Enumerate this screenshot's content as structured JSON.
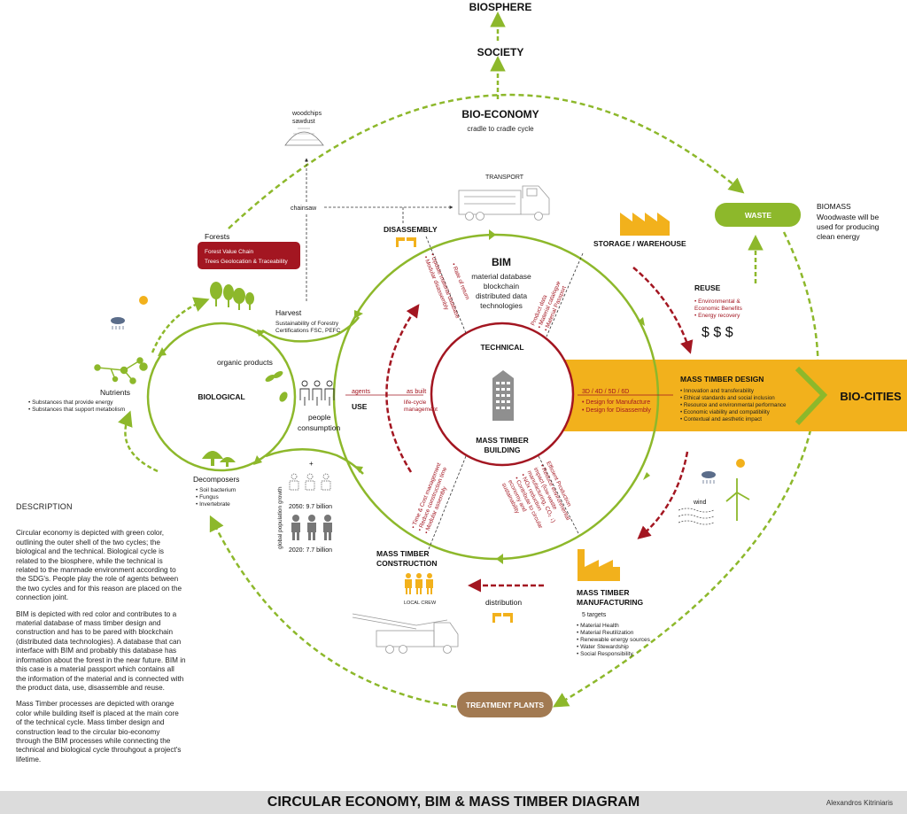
{
  "colors": {
    "green": "#8db82b",
    "red": "#a31621",
    "orange": "#f2b11c",
    "brown": "#a27a52",
    "gray": "#9a9a9a"
  },
  "top": {
    "biosphere": "BIOSPHERE",
    "society": "SOCIETY",
    "bioeconomy": "BIO-ECONOMY",
    "cradle": "cradle to cradle cycle"
  },
  "woodchips": [
    "woodchips",
    "sawdust"
  ],
  "chainsaw": "chainsaw",
  "transport": "TRANSPORT",
  "waste": {
    "button": "WASTE",
    "title": "BIOMASS",
    "desc": [
      "Woodwaste will be",
      "used for producing",
      "clean energy"
    ]
  },
  "forests": {
    "label": "Forests",
    "box": [
      "Forest Value Chain",
      "Trees Geolocation & Traceability"
    ]
  },
  "harvest": {
    "label": "Harvest",
    "desc": [
      "Sustainability of Forestry",
      "Certifications FSC, PEFC"
    ]
  },
  "disassembly": "DISASSEMBLY",
  "bim": {
    "title": "BIM",
    "lines": [
      "material database",
      "blockchain",
      "distributed data",
      "technologies"
    ]
  },
  "storage": "STORAGE / WAREHOUSE",
  "reuse": {
    "title": "REUSE",
    "items": [
      "• Environmental &",
      "   Economic Benefits",
      "• Energy recovery"
    ],
    "money": "$ $ $"
  },
  "biological": {
    "title": "BIOLOGICAL",
    "organic": "organic products"
  },
  "nutrients": {
    "title": "Nutrients",
    "items": [
      "• Substances that provide energy",
      "• Substances that support metabolism"
    ]
  },
  "decomposers": {
    "title": "Decomposers",
    "items": [
      "• Soil bacterium",
      "• Fungus",
      "• Invertebrate"
    ]
  },
  "people": {
    "agents": "agents",
    "use": "USE",
    "consumption": [
      "people",
      "consumption"
    ]
  },
  "technical": {
    "title": "TECHNICAL",
    "building": [
      "MASS TIMBER",
      "BUILDING"
    ],
    "asbuilt": "as built",
    "lifecycle": [
      "life-cycle",
      "management"
    ]
  },
  "design": {
    "label": "3D / 4D / 5D / 6D",
    "items": [
      "• Design for Manufacture",
      "• Design for Disassembly"
    ]
  },
  "mtdesign": {
    "title": "MASS TIMBER DESIGN",
    "items": [
      "• Innovation and transferability",
      "• Ethical standards and social inclusion",
      "• Resource and environmental performance",
      "• Economic viability and compatibility",
      "• Contextual and aesthetic impact"
    ]
  },
  "biocities": "BIO-CITIES",
  "spokes": {
    "top_left_a": [
      "• Update material database",
      "• Modular disassembly"
    ],
    "top_left_b": [
      "• Rate of return"
    ],
    "top_right": [
      "Product data",
      "• Material catalogue",
      "• Material Passport"
    ],
    "bottom_left": [
      "• Time & Cost management",
      "• Reduce construction time",
      "• Modular assembly"
    ],
    "bottom_right": [
      "Efficient Production",
      "• Reduce environmental",
      "  impact (low-waste",
      "  manufacturing, CO₂ ↓)",
      "• NOx reduction",
      "• Contribute to circular",
      "  economy and",
      "  sustainability"
    ]
  },
  "population": {
    "plus": "+",
    "future": "2050: 9.7 billion",
    "now": "2020: 7.7 billion",
    "axis": "global population growth"
  },
  "construction": {
    "title": [
      "MASS TIMBER",
      "CONSTRUCTION"
    ],
    "crew": "LOCAL CREW"
  },
  "distribution": "distribution",
  "manufacturing": {
    "title": [
      "MASS TIMBER",
      "MANUFACTURING"
    ],
    "subtitle": "5 targets",
    "items": [
      "• Material Health",
      "• Material Reutilization",
      "• Renewable energy sources",
      "• Water Stewardship",
      "• Social Responsibility"
    ]
  },
  "wind": "wind",
  "treatment": "TREATMENT PLANTS",
  "description": {
    "title": "DESCRIPTION",
    "paragraphs": [
      "Circular economy is depicted with green color, outlining the outer shell of the two cycles; the biological and the technical. Biological cycle is related to the biosphere, while the technical is related to the manmade environment according to the SDG's. People play the role of agents between the two cycles and for this reason are placed on the connection joint.",
      "BIM is depicted with red color and contributes to a material database of mass timber design and construction and has to be pared with blockchain (distributed data technologies). A database that can interface with BIM and probably this database has information about the forest in the near future. BIM in this case is a material passport which contains all the information of the material and is connected with the product data, use, disassemble and reuse.",
      "Mass Timber processes are depicted with orange color while building itself is placed at the main core of the technical cycle. Mass timber design and construction lead to the circular bio-economy through the BIM processes while connecting the technical and biological cycle throuhgout a project's lifetime."
    ]
  },
  "footer": {
    "title": "CIRCULAR ECONOMY, BIM & MASS TIMBER DIAGRAM",
    "author": "Alexandros Kitriniaris"
  }
}
